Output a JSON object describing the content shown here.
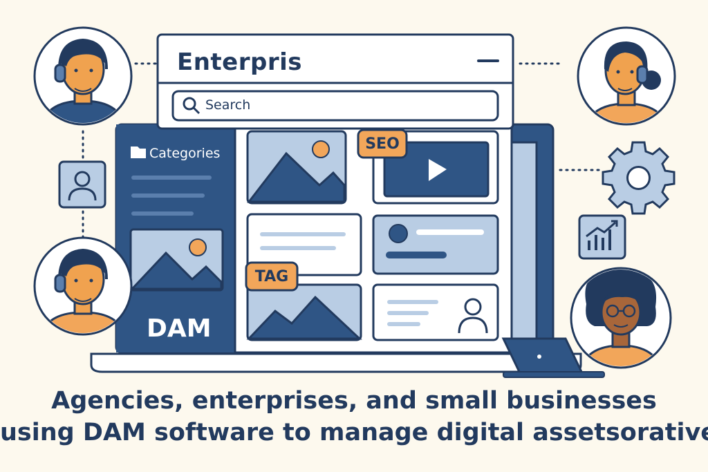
{
  "window": {
    "title": "Enterpris"
  },
  "search": {
    "placeholder": "Search"
  },
  "sidebar": {
    "heading": "Categories",
    "product_label": "DAM"
  },
  "badges": {
    "seo": "SEO",
    "tag": "TAG"
  },
  "caption": {
    "line1": "Agencies, enterprises, and small businesses",
    "line2": "using DAM software to manage digital assetsoratively"
  },
  "colors": {
    "navy": "#223a5e",
    "blue": "#2f5585",
    "light_blue": "#b9cde4",
    "orange": "#f2a65a",
    "skin": "#f0a24f",
    "background": "#fdf9ee"
  },
  "icons": {
    "menu": "minimize-icon",
    "search": "magnifier-icon",
    "folder": "folder-icon",
    "play": "play-icon",
    "user": "user-icon",
    "gear": "gear-icon",
    "analytics": "bar-chart-icon",
    "laptop": "laptop-icon"
  }
}
